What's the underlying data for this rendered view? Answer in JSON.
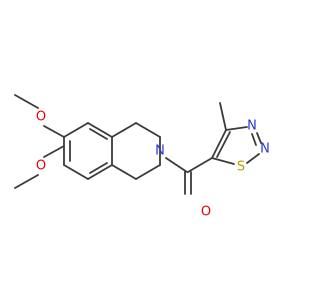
{
  "molecule": {
    "atom_labels": {
      "O_methoxy_top": "O",
      "O_methoxy_bottom": "O",
      "N_ring": "N",
      "O_carbonyl": "O",
      "N_thiadiazole_3": "N",
      "N_thiadiazole_2": "N",
      "S_thiadiazole": "S"
    },
    "colors": {
      "bond": "#3a3a3a",
      "oxygen": "#e8000b",
      "nitrogen": "#2b35d6",
      "sulfur": "#b5a000"
    }
  }
}
